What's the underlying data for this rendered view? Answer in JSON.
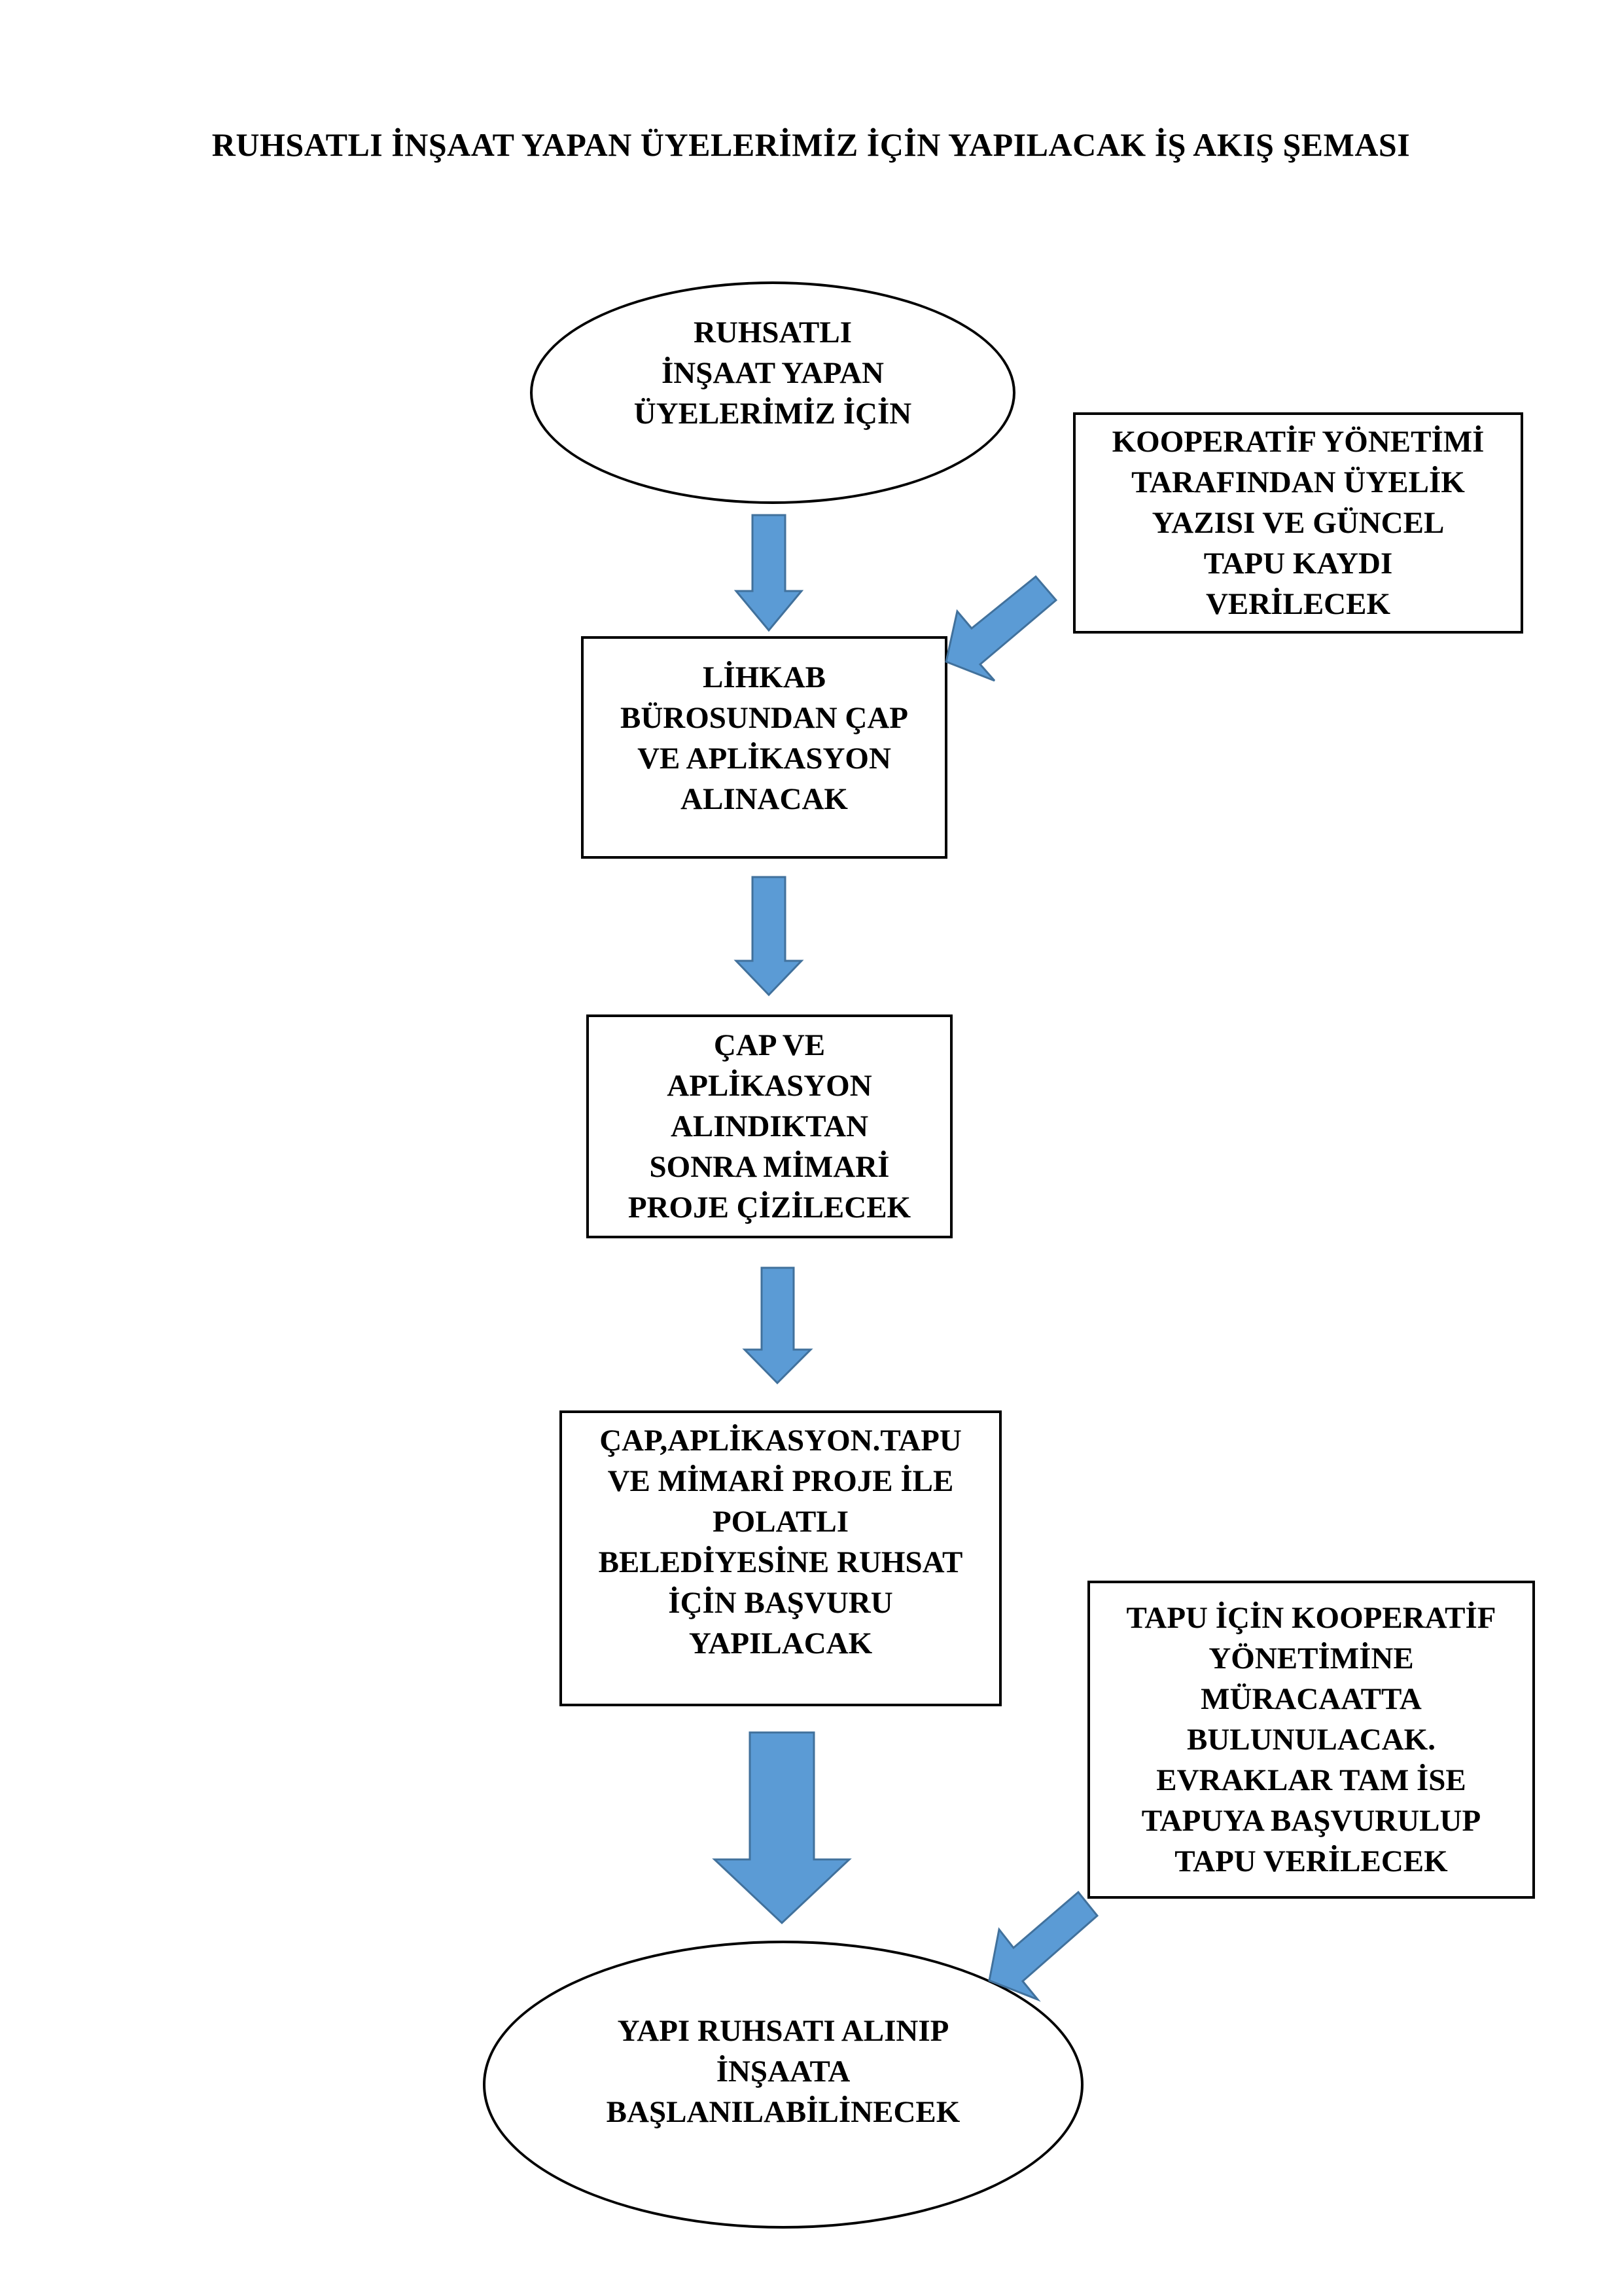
{
  "title": "RUHSATLI İNŞAAT YAPAN ÜYELERİMİZ İÇİN YAPILACAK İŞ AKIŞ ŞEMASI",
  "colors": {
    "arrow_fill": "#5b9bd5",
    "arrow_stroke": "#41719c",
    "border": "#000000"
  },
  "nodes": {
    "start": "RUHSATLI\nİNŞAAT YAPAN\nÜYELERİMİZ İÇİN",
    "cooperative_note": "KOOPERATİF YÖNETİMİ\nTARAFINDAN ÜYELİK\nYAZISI VE GÜNCEL\nTAPU KAYDI\nVERİLECEK",
    "lihkab": "LİHKAB\nBÜROSUNDAN ÇAP\nVE APLİKASYON\nALINACAK",
    "project": "ÇAP VE\nAPLİKASYON\nALINDIKTAN\nSONRA MİMARİ\nPROJE ÇİZİLECEK",
    "application": "ÇAP,APLİKASYON.TAPU\nVE MİMARİ PROJE İLE\nPOLATLI\nBELEDİYESİNE RUHSAT\nİÇİN BAŞVURU\nYAPILACAK",
    "title_deed_note": "TAPU İÇİN KOOPERATİF\nYÖNETİMİNE\nMÜRACAATTA\nBULUNULACAK.\nEVRAKLAR TAM İSE\nTAPUYA BAŞVURULUP\nTAPU VERİLECEK",
    "end": "YAPI RUHSATI ALINIP\nİNŞAATA\nBAŞLANILABİLİNECEK"
  }
}
